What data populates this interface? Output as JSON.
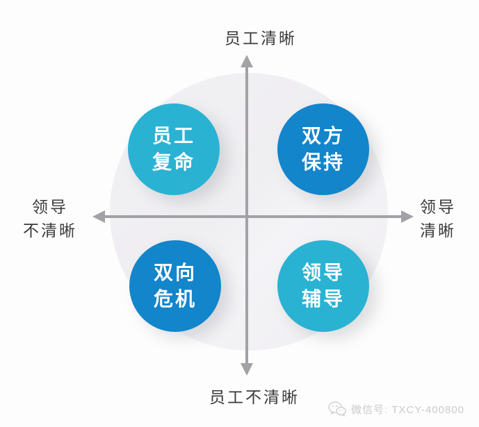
{
  "diagram": {
    "title_axis_top": "员工清晰",
    "title_axis_bottom": "员工不清晰",
    "left_axis": {
      "line1": "领导",
      "line2": "不清晰"
    },
    "right_axis": {
      "line1": "领导",
      "line2": "清晰"
    },
    "axis_color": "#a2a2a6",
    "background_circle_color": "#f0eff2",
    "quadrants": [
      {
        "position": "top-left",
        "line1": "员工",
        "line2": "复命",
        "color": "#2ab2d3"
      },
      {
        "position": "top-right",
        "line1": "双方",
        "line2": "保持",
        "color": "#1285cb"
      },
      {
        "position": "bottom-left",
        "line1": "双向",
        "line2": "危机",
        "color": "#1285cb"
      },
      {
        "position": "bottom-right",
        "line1": "领导",
        "line2": "辅导",
        "color": "#2ab2d3"
      }
    ]
  },
  "watermark": {
    "icon": "wechat-icon",
    "text": "微信号: TXCY-400800",
    "color": "#cbcbcd"
  }
}
